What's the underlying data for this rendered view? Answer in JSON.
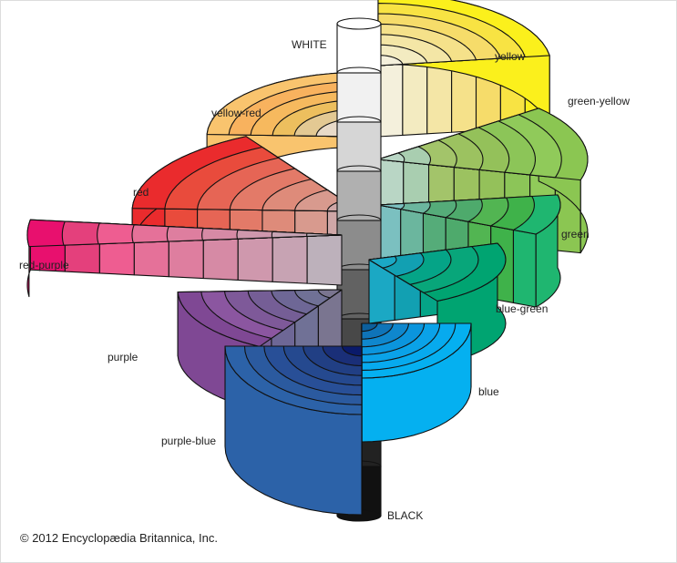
{
  "title": "Munsell color solid",
  "value_axis": {
    "top_label": "WHITE",
    "bottom_label": "BLACK"
  },
  "hues": [
    {
      "name": "yellow",
      "label": "yellow",
      "colors": [
        "#f4f0dc",
        "#f3ebc1",
        "#f4e6a6",
        "#f5e18a",
        "#f6dc6a",
        "#f8e343",
        "#fbf01c"
      ]
    },
    {
      "name": "green-yellow",
      "label": "green-yellow",
      "colors": [
        "#b9d6c5",
        "#a9ceb0",
        "#a3c46a",
        "#9cc260",
        "#94c15a",
        "#8cc558",
        "#90ca5a",
        "#8bc652"
      ]
    },
    {
      "name": "yellow-red",
      "label": "yellow-red",
      "colors": [
        "#dcdcdc",
        "#e8dac8",
        "#e3c993",
        "#edbf5e",
        "#f6b95e",
        "#f8b25e",
        "#f9c46e"
      ]
    },
    {
      "name": "red",
      "label": "red",
      "colors": [
        "#cfa7a7",
        "#d89a8e",
        "#de8b7a",
        "#e37a68",
        "#e66555",
        "#e94b3c",
        "#ea2b2d"
      ]
    },
    {
      "name": "green",
      "label": "green",
      "colors": [
        "#7bc0c0",
        "#6bb69e",
        "#55ac79",
        "#4eaa6c",
        "#52b552",
        "#3fb24a",
        "#1fb670"
      ]
    },
    {
      "name": "red-purple",
      "label": "red-purple",
      "colors": [
        "#bdb1bb",
        "#c7a3b3",
        "#cf98ad",
        "#d68aa5",
        "#de7e9f",
        "#e57199",
        "#ee5d91",
        "#e4407c",
        "#e8106e"
      ]
    },
    {
      "name": "blue-green",
      "label": "blue-green",
      "colors": [
        "#1ba8c4",
        "#12a0b2",
        "#05a487",
        "#08a67a",
        "#00a471"
      ]
    },
    {
      "name": "purple",
      "label": "purple",
      "colors": [
        "#7a7590",
        "#707196",
        "#6e6796",
        "#755e96",
        "#7e5999",
        "#8b56a0",
        "#7f4894"
      ]
    },
    {
      "name": "blue",
      "label": "blue",
      "colors": [
        "#0c5f9c",
        "#0f74b8",
        "#0f87cd",
        "#0b95dd",
        "#0aa2e8",
        "#07aaee",
        "#05b0f0"
      ]
    },
    {
      "name": "purple-blue",
      "label": "purple-blue",
      "colors": [
        "#0a1a6a",
        "#1a2f78",
        "#213f84",
        "#25498f",
        "#284f97",
        "#2b5a9f",
        "#2c62a8"
      ]
    }
  ],
  "column_shades": [
    "#ffffff",
    "#f1f1f1",
    "#d6d6d6",
    "#b0b0b0",
    "#8c8c8c",
    "#626262",
    "#484848",
    "#333333",
    "#222222",
    "#111111"
  ],
  "credit": "© 2012 Encyclopædia Britannica, Inc."
}
